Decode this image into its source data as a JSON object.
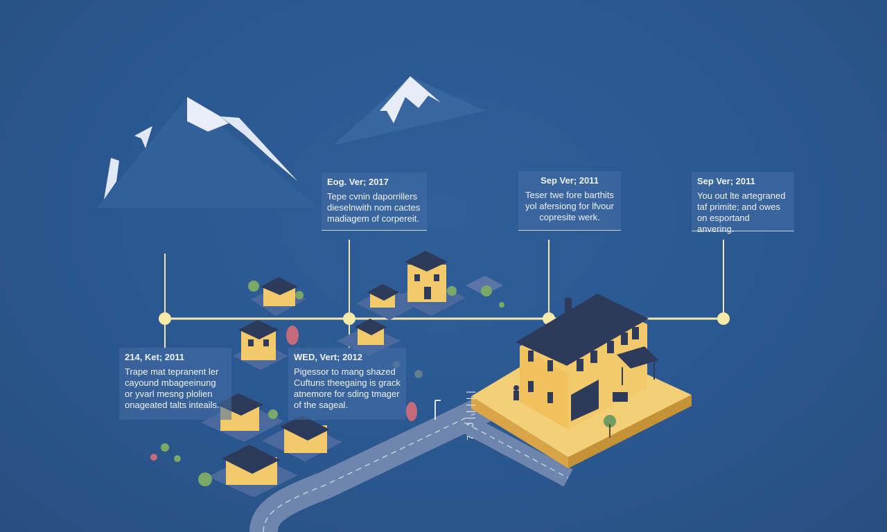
{
  "colors": {
    "background": "#2c5891",
    "timeline": "#f4e7b0",
    "house_wall": "#f2c96b",
    "roof": "#2e3a59",
    "platform": "#5b76a6",
    "road": "#7e93b6"
  },
  "timeline": {
    "events": [
      {
        "date": "Eog. Ver; 2017",
        "text": "Tepe cvnin daporrillers dieselnwith nom cactes madiagem of corpereit."
      },
      {
        "date": "Sep Ver; 2011",
        "text": "Teser twe fore barthits yol afersiong for lfvour copresite werk."
      },
      {
        "date": "Sep Ver; 2011",
        "text": "You out lte artegraned taf primite; and owes on esportand anvering."
      },
      {
        "date": "214, Ket; 2011",
        "text": "Trape mat tepranent ler cayound mbageeinung or yvarl mesng plolien onageated talts inteails."
      },
      {
        "date": "WED, Vert; 2012",
        "text": "Pigessor to mang shazed Cuftuns theegaing is grack atnemore for sding tmager of the sageal."
      }
    ]
  },
  "scale_label": "7 J|||||",
  "icons": [
    "mountain-icon",
    "house-icon",
    "tree-icon",
    "street-lamp-icon",
    "timeline-node-icon"
  ]
}
